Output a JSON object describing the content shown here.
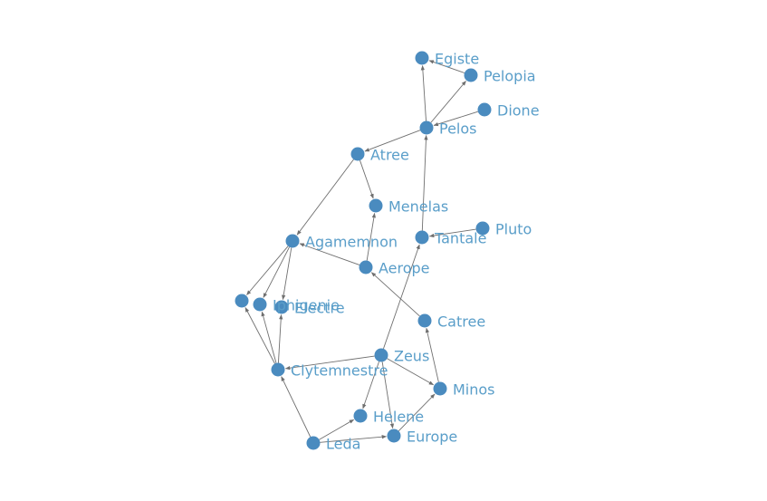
{
  "graph": {
    "colors": {
      "node": "#4a8bbf",
      "edge": "#6f6f6f",
      "label": "#5a9ec9"
    },
    "nodes": [
      {
        "id": "egiste",
        "label": "Egiste"
      },
      {
        "id": "pelopia",
        "label": "Pelopia"
      },
      {
        "id": "dione",
        "label": "Dione"
      },
      {
        "id": "pelos",
        "label": "Pelos"
      },
      {
        "id": "atree",
        "label": "Atree"
      },
      {
        "id": "menelas",
        "label": "Menelas"
      },
      {
        "id": "pluto",
        "label": "Pluto"
      },
      {
        "id": "tantale",
        "label": "Tantale"
      },
      {
        "id": "agamemnon",
        "label": "Agamemnon"
      },
      {
        "id": "aerope",
        "label": "Aerope"
      },
      {
        "id": "unlabeled",
        "label": ""
      },
      {
        "id": "iphigenie",
        "label": "Iphigenie"
      },
      {
        "id": "electre",
        "label": "Electre"
      },
      {
        "id": "catree",
        "label": "Catree"
      },
      {
        "id": "zeus",
        "label": "Zeus"
      },
      {
        "id": "clytemnestre",
        "label": "Clytemnestre"
      },
      {
        "id": "minos",
        "label": "Minos"
      },
      {
        "id": "helene",
        "label": "Helene"
      },
      {
        "id": "europe",
        "label": "Europe"
      },
      {
        "id": "leda",
        "label": "Leda"
      }
    ],
    "edges": [
      {
        "from": "pelopia",
        "to": "egiste"
      },
      {
        "from": "pelos",
        "to": "egiste"
      },
      {
        "from": "pelos",
        "to": "pelopia"
      },
      {
        "from": "dione",
        "to": "pelos"
      },
      {
        "from": "pelos",
        "to": "atree"
      },
      {
        "from": "atree",
        "to": "menelas"
      },
      {
        "from": "atree",
        "to": "agamemnon"
      },
      {
        "from": "tantale",
        "to": "pelos"
      },
      {
        "from": "pluto",
        "to": "tantale"
      },
      {
        "from": "aerope",
        "to": "menelas"
      },
      {
        "from": "aerope",
        "to": "agamemnon"
      },
      {
        "from": "agamemnon",
        "to": "unlabeled"
      },
      {
        "from": "agamemnon",
        "to": "iphigenie"
      },
      {
        "from": "agamemnon",
        "to": "electre"
      },
      {
        "from": "catree",
        "to": "aerope"
      },
      {
        "from": "zeus",
        "to": "tantale"
      },
      {
        "from": "zeus",
        "to": "clytemnestre"
      },
      {
        "from": "zeus",
        "to": "minos"
      },
      {
        "from": "zeus",
        "to": "helene"
      },
      {
        "from": "zeus",
        "to": "europe"
      },
      {
        "from": "minos",
        "to": "catree"
      },
      {
        "from": "clytemnestre",
        "to": "unlabeled"
      },
      {
        "from": "clytemnestre",
        "to": "iphigenie"
      },
      {
        "from": "clytemnestre",
        "to": "electre"
      },
      {
        "from": "leda",
        "to": "clytemnestre"
      },
      {
        "from": "leda",
        "to": "helene"
      },
      {
        "from": "leda",
        "to": "europe"
      },
      {
        "from": "europe",
        "to": "minos"
      }
    ]
  }
}
